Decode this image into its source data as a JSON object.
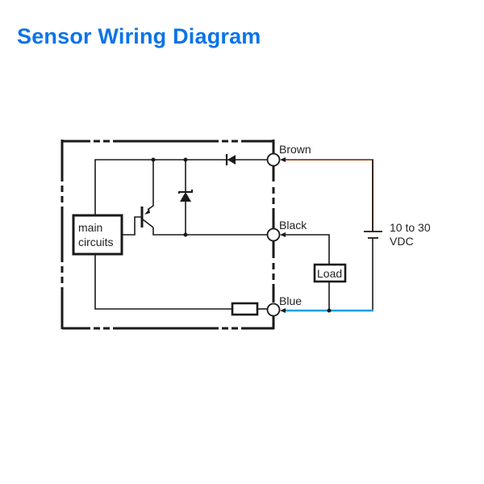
{
  "title": "Sensor Wiring Diagram",
  "colors": {
    "title": "#0a74e8",
    "line": "#1a1a1a",
    "brown_wire": "#a0522d",
    "blue_wire": "#1ea0e6",
    "black_wire": "#1a1a1a"
  },
  "sensor": {
    "main_block_line1": "main",
    "main_block_line2": "circuits"
  },
  "terminals": [
    {
      "id": "brown",
      "label": "Brown"
    },
    {
      "id": "black",
      "label": "Black"
    },
    {
      "id": "blue",
      "label": "Blue"
    }
  ],
  "external": {
    "load_label": "Load",
    "supply_line1": "10 to 30",
    "supply_line2": "VDC"
  }
}
